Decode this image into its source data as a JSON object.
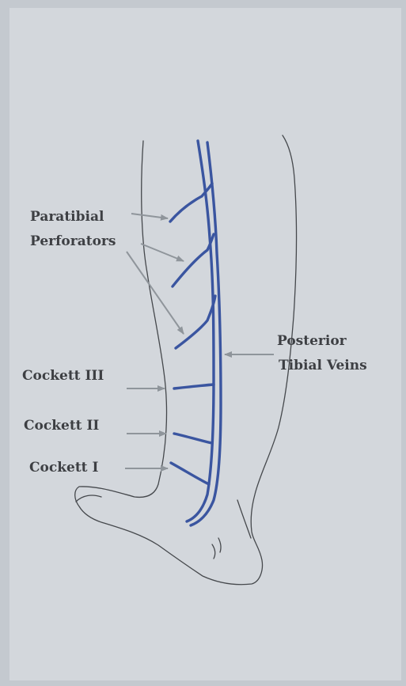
{
  "labels": {
    "paratibial_line1": "Paratibial",
    "paratibial_line2": "Perforators",
    "posterior_line1": "Posterior",
    "posterior_line2": "Tibial Veins",
    "cockett3": "Cockett III",
    "cockett2": "Cockett II",
    "cockett1": "Cockett I"
  },
  "colors": {
    "background": "#d3d7dc",
    "vein": "#3a55a0",
    "outline": "#45484c",
    "arrow": "#8f959b",
    "text": "#3d3f43"
  }
}
